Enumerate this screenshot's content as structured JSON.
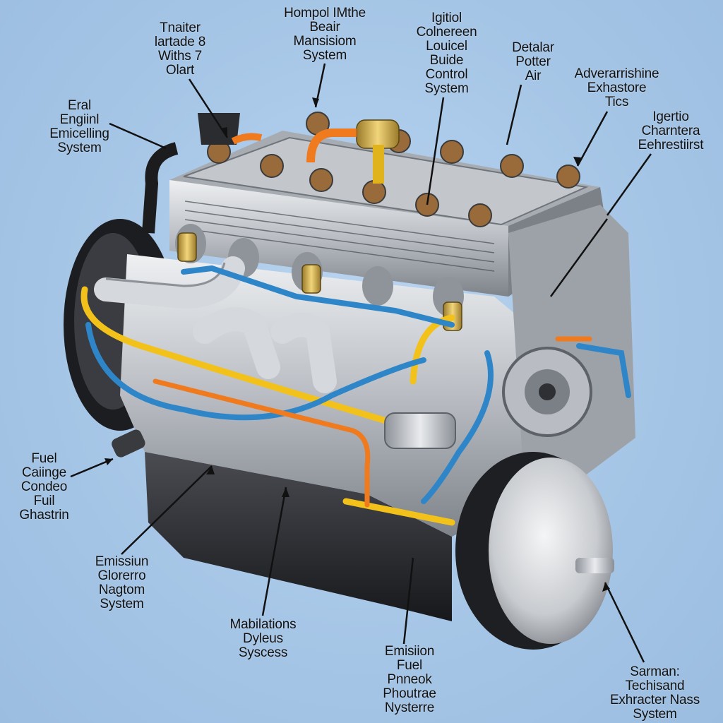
{
  "labels": [
    {
      "id": "trailer",
      "lines": [
        "Tnaiter",
        "lartade 8",
        "Withs 7",
        "Olart"
      ]
    },
    {
      "id": "hompol",
      "lines": [
        "Hompol IMthe",
        "Beair",
        "Mansisiom",
        "System"
      ]
    },
    {
      "id": "igitiol",
      "lines": [
        "Igitiol",
        "Colnereen",
        "Louicel",
        "Buide",
        "Control",
        "System"
      ]
    },
    {
      "id": "detalar",
      "lines": [
        "Detalar",
        "Potter",
        "Air"
      ]
    },
    {
      "id": "adverar",
      "lines": [
        "Adverarrishine",
        "Exhastore",
        "Tics"
      ]
    },
    {
      "id": "eral",
      "lines": [
        "Eral",
        "Engiinl",
        "Emicelling",
        "System"
      ]
    },
    {
      "id": "igertio",
      "lines": [
        "Igertio",
        "Charntera",
        "Eehrestiirst"
      ]
    },
    {
      "id": "fuel",
      "lines": [
        "Fuel",
        "Caiinge",
        "Condeo",
        "Fuil",
        "Ghastrin"
      ]
    },
    {
      "id": "emission",
      "lines": [
        "Emissiun",
        "Glorerro",
        "Nagtom",
        "System"
      ]
    },
    {
      "id": "mabilations",
      "lines": [
        "Mabilations",
        "Dyleus",
        "Syscess"
      ]
    },
    {
      "id": "emisiion",
      "lines": [
        "Emisiion",
        "Fuel",
        "Pnneok",
        "Phoutrae",
        "Nysterre"
      ]
    },
    {
      "id": "sarman",
      "lines": [
        "Sarman:",
        "Techisand",
        "Exhracter Nass",
        "System"
      ]
    }
  ],
  "colors": {
    "background": "#a9c8e8",
    "engine_block": "#c9ccd1",
    "engine_dark": "#2a2b30",
    "fuel_line_yellow": "#f2c21b",
    "coolant_line_blue": "#2e86c8",
    "oil_line_orange": "#f07a1e"
  }
}
